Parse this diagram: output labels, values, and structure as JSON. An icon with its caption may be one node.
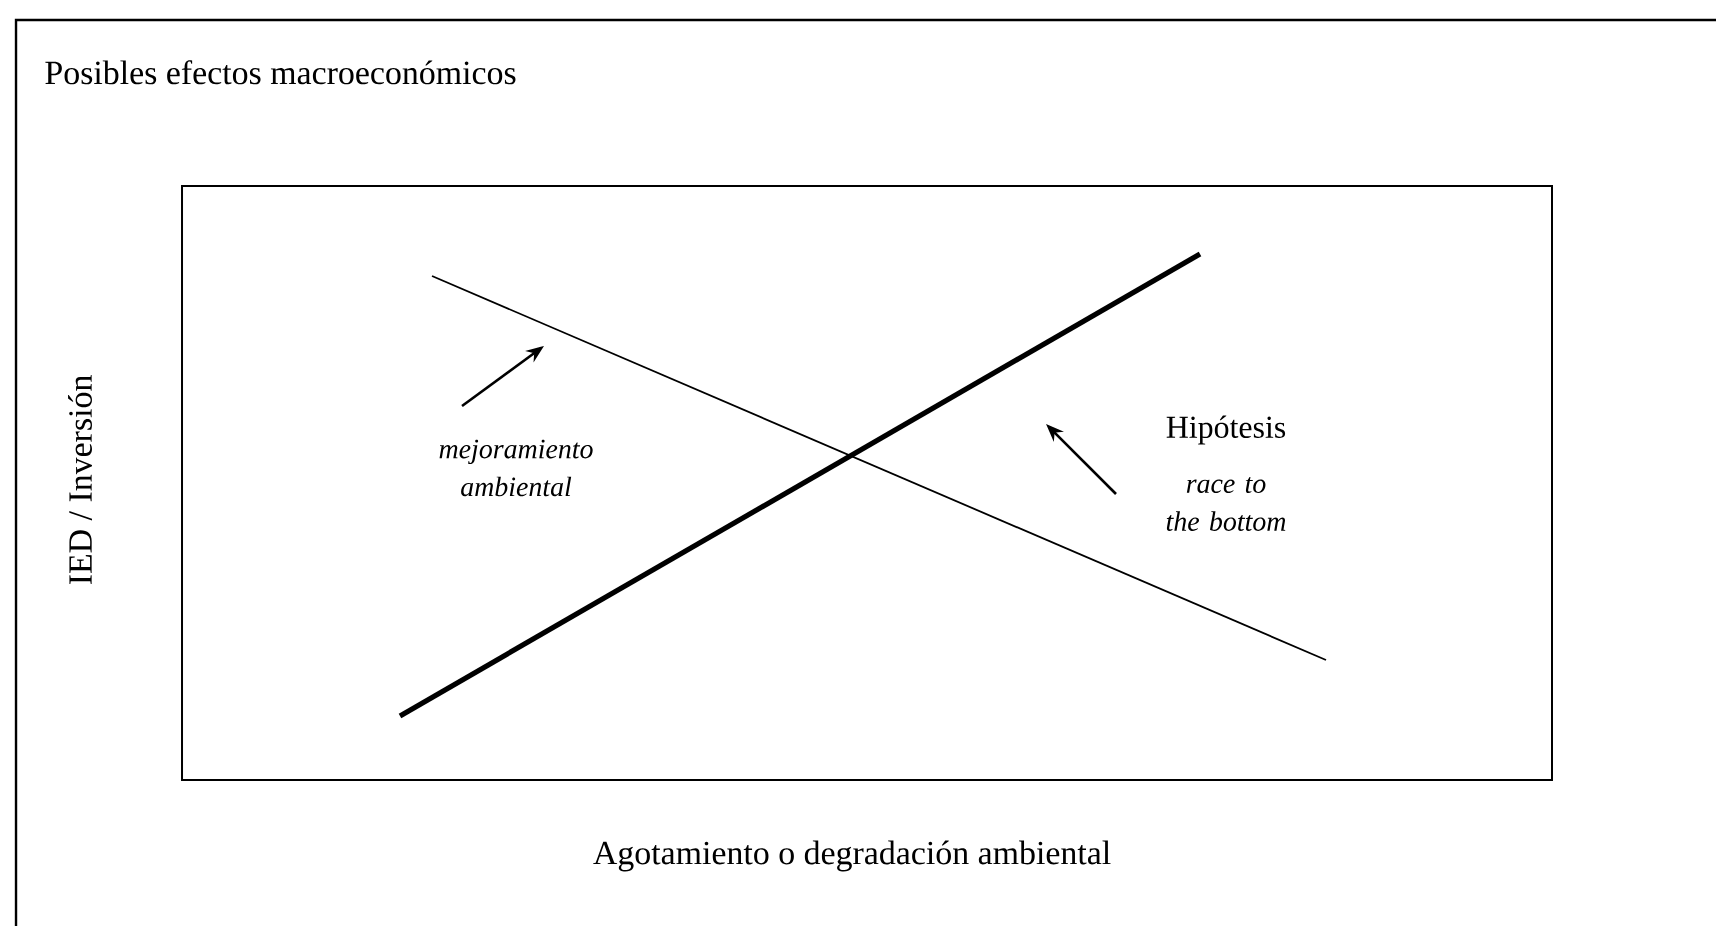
{
  "diagram": {
    "title": "Posibles efectos macroeconómicos",
    "labels": [
      "IED / Inversión",
      "mejoramiento ambiental",
      "Hipótesis",
      "race to the bottom",
      "Agotamiento o degradación ambiental"
    ]
  }
}
